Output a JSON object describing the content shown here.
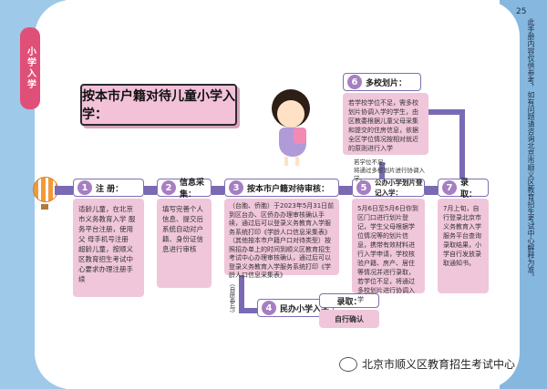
{
  "page": {
    "page_number": "25",
    "tab_label": "小学入学",
    "side_text": "此手册内容仅供参考，如有问题请咨询北京市顺义区教育招生考试中心解释为准。",
    "title": "按本市户籍对待儿童小学入学：",
    "footer_text": "北京市顺义区教育招生考试中心"
  },
  "steps": {
    "s1": {
      "num": "1",
      "label": "注  册：",
      "text": "适龄儿童，在北京市义务教育入学 服务平台注册，使用父 母手机号注册\n超龄儿童，按顺义区教育招生考试中心要求办理注册手续"
    },
    "s2": {
      "num": "2",
      "label": "信息采集：",
      "text": "填写完善个人信息、提交后系统自动对户籍、身份证信息进行审核"
    },
    "s3": {
      "num": "3",
      "label": "按本市户籍对待审核：",
      "text": "（台胞、侨胞）于2023年5月31日前到区台办、区侨办办理审核确认手续，通过后可以登录义务教育入学服务系统打印《学龄人口信息采集表》\n（其他按本市户籍户口对待类型）按照招办单上的时间到顺义区教育招生考试中心办理审核确认，通过后可以登录义务教育入学服务系统打印《学龄人口信息采集表》"
    },
    "s4": {
      "num": "4",
      "label": "民办小学入学",
      "sub_label": "录取：",
      "sub_value": "自行确认"
    },
    "s5": {
      "num": "5",
      "label": "公办小学划片登记入学：",
      "text": "5月6日至5月6日你到区门口进行划片登记，学生父母根据学位情况等的划片信息，携带有效材料进行入学申请，学校核验户籍、房产、居住等情况并进行录取，若学位不足，将通过多校划片进行协调入学"
    },
    "s6": {
      "num": "6",
      "label": "多校划片：",
      "text": "若学校学位不足，需多校划片协调入学的学生，由区教委根据儿童父母采集和提交的住房信息，依据全区学位情况按相对就近的原则进行入学"
    },
    "s7": {
      "num": "7",
      "label": "录  取：",
      "text": "7月上旬，自行登录北京市义务教育入学服务平台查询录取结果，小学自行发放录取通知书。"
    }
  },
  "notes": {
    "school_full": "若学位不足，\n将通过多校划片进行协调入学。",
    "private": "（自愿参与）"
  }
}
